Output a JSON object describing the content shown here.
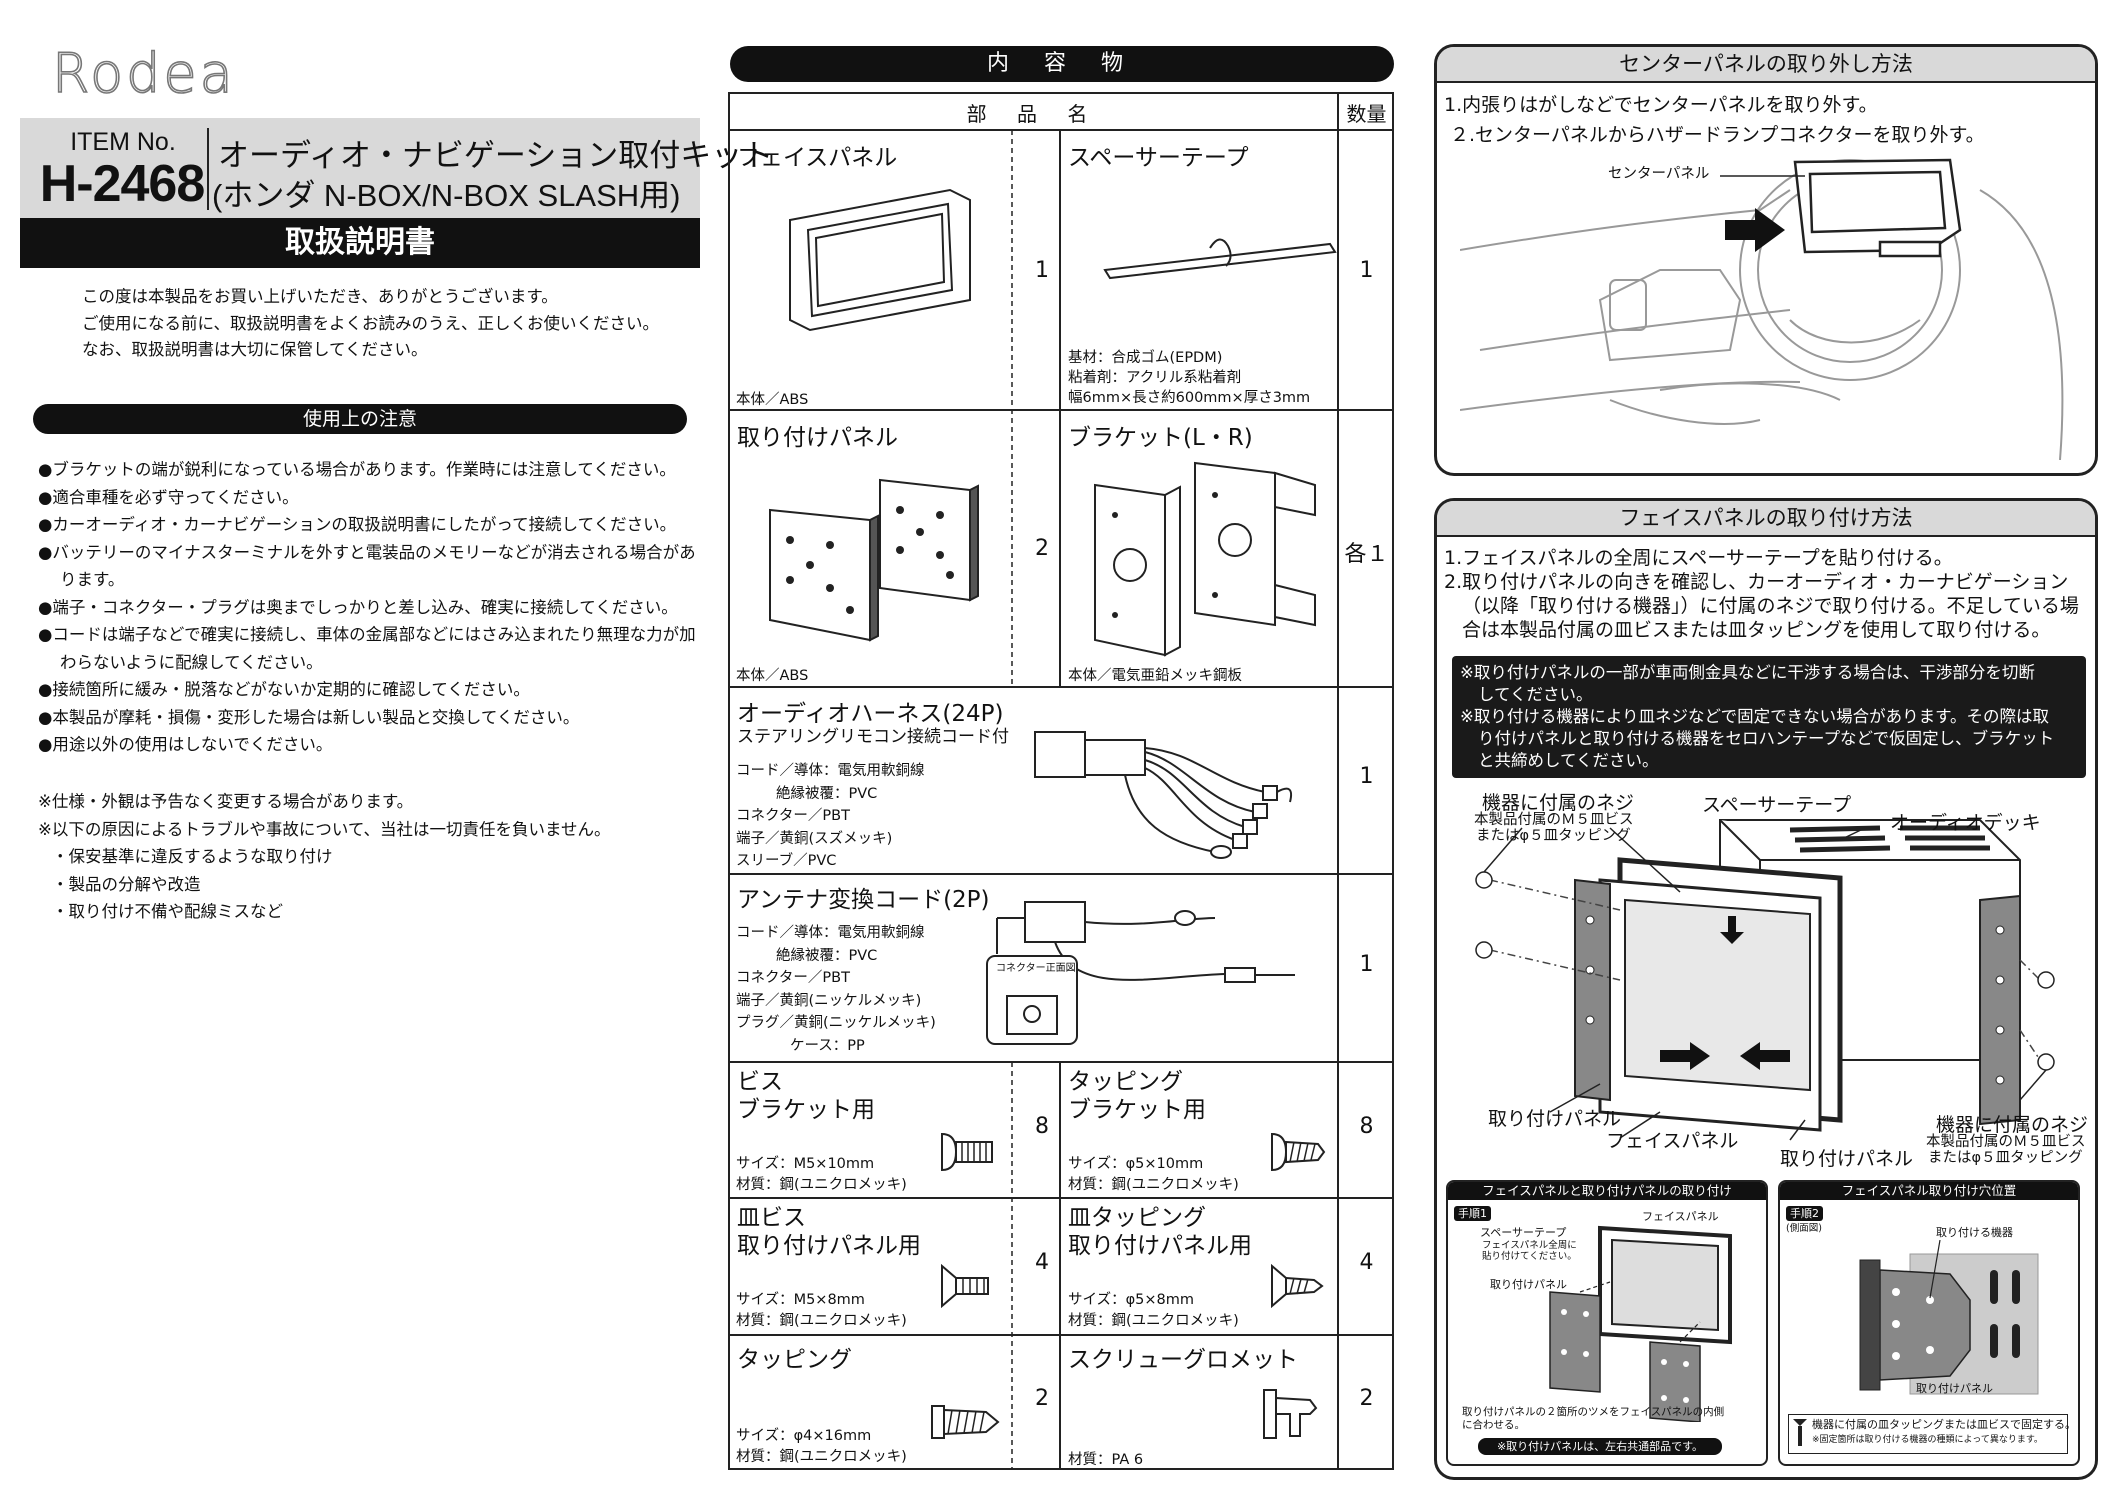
{
  "brand": "Rodea",
  "item": {
    "label": "ITEM No.",
    "code": "H-2468",
    "title_line1": "オーディオ・ナビゲーション取付キット",
    "title_line2": "(ホンダ N-BOX/N-BOX SLASH用)"
  },
  "manual_title": "取扱説明書",
  "intro": [
    "この度は本製品をお買い上げいただき、ありがとうございます。",
    "ご使用になる前に、取扱説明書をよくお読みのうえ、正しくお使いください。",
    "なお、取扱説明書は大切に保管してください。"
  ],
  "cautions": {
    "heading": "使用上の注意",
    "items": [
      "●ブラケットの端が鋭利になっている場合があります。作業時には注意してください。",
      "●適合車種を必ず守ってください。",
      "●カーオーディオ・カーナビゲーションの取扱説明書にしたがって接続してください。",
      "●バッテリーのマイナスターミナルを外すと電装品のメモリーなどが消去される場合があります。",
      "●端子・コネクター・プラグは奥までしっかりと差し込み、確実に接続してください。",
      "●コードは端子などで確実に接続し、車体の金属部などにはさみ込まれたり無理な力が加わらないように配線してください。",
      "●接続箇所に緩み・脱落などがないか定期的に確認してください。",
      "●本製品が摩耗・損傷・変形した場合は新しい製品と交換してください。",
      "●用途以外の使用はしないでください。"
    ]
  },
  "notes": [
    "※仕様・外観は予告なく変更する場合があります。",
    "※以下の原因によるトラブルや事故について、当社は一切責任を負いません。",
    "・保安基準に違反するような取り付け",
    "・製品の分解や改造",
    "・取り付け不備や配線ミスなど"
  ],
  "contents": {
    "heading": "内 容 物",
    "col_name": "部 品 名",
    "col_qty": "数量",
    "rows": {
      "face_panel": {
        "name": "フェイスパネル",
        "qty": "1",
        "spec": "本体／ABS"
      },
      "spacer_tape": {
        "name": "スペーサーテープ",
        "spec1": "基材：合成ゴム(EPDM)",
        "spec2": "粘着剤：アクリル系粘着剤",
        "spec3": "幅6mm×長さ約600mm×厚さ3mm",
        "qty": "1"
      },
      "mount_panel": {
        "name": "取り付けパネル",
        "qty": "2",
        "spec": "本体／ABS"
      },
      "bracket": {
        "name": "ブラケット(L・R)",
        "spec": "本体／電気亜鉛メッキ鋼板",
        "qty": "各１"
      },
      "audio_harness": {
        "name": "オーディオハーネス(24P)",
        "sub": "ステアリングリモコン接続コード付",
        "spec1": "コード／導体：電気用軟銅線",
        "spec2": "絶縁被覆：PVC",
        "spec3": "コネクター／PBT",
        "spec4": "端子／黄銅(スズメッキ)",
        "spec5": "スリーブ／PVC",
        "qty": "1"
      },
      "antenna": {
        "name": "アンテナ変換コード(2P)",
        "spec1": "コード／導体：電気用軟銅線",
        "spec2": "絶縁被覆：PVC",
        "spec3": "コネクター／PBT",
        "spec4": "端子／黄銅(ニッケルメッキ)",
        "spec5": "プラグ／黄銅(ニッケルメッキ)",
        "spec6": "ケース：PP",
        "connector_label": "コネクター正面図",
        "qty": "1"
      },
      "screw_bracket": {
        "name1": "ビス",
        "name2": "ブラケット用",
        "spec1": "サイズ：M5×10mm",
        "spec2": "材質：鋼(ユニクロメッキ)",
        "qty": "8"
      },
      "tapping_bracket": {
        "name1": "タッピング",
        "name2": "ブラケット用",
        "spec1": "サイズ：φ5×10mm",
        "spec2": "材質：鋼(ユニクロメッキ)",
        "qty": "8"
      },
      "flat_screw": {
        "name1": "皿ビス",
        "name2": "取り付けパネル用",
        "spec1": "サイズ：M5×8mm",
        "spec2": "材質：鋼(ユニクロメッキ)",
        "qty": "4"
      },
      "flat_tapping": {
        "name1": "皿タッピング",
        "name2": "取り付けパネル用",
        "spec1": "サイズ：φ5×8mm",
        "spec2": "材質：鋼(ユニクロメッキ)",
        "qty": "4"
      },
      "tapping": {
        "name": "タッピング",
        "spec1": "サイズ：φ4×16mm",
        "spec2": "材質：鋼(ユニクロメッキ)",
        "qty": "2"
      },
      "grommet": {
        "name": "スクリューグロメット",
        "spec": "材質：PA 6",
        "qty": "2"
      }
    }
  },
  "center_panel": {
    "heading": "センターパネルの取り外し方法",
    "step1": "1.内張りはがしなどでセンターパネルを取り外す。",
    "step2": "２.センターパネルからハザードランプコネクターを取り外す。",
    "label": "センターパネル"
  },
  "face_install": {
    "heading": "フェイスパネルの取り付け方法",
    "step1": "1.フェイスパネルの全周にスペーサーテープを貼り付ける。",
    "step2a": "2.取り付けパネルの向きを確認し、カーオーディオ・カーナビゲーション",
    "step2b": "（以降「取り付ける機器」）に付属のネジで取り付ける。不足している場",
    "step2c": "合は本製品付属の皿ビスまたは皿タッピングを使用して取り付ける。",
    "warn1a": "※取り付けパネルの一部が車両側金具などに干渉する場合は、干渉部分を切断",
    "warn1b": "してください。",
    "warn2a": "※取り付ける機器により皿ネジなどで固定できない場合があります。その際は取",
    "warn2b": "り付けパネルと取り付ける機器をセロハンテープなどで仮固定し、ブラケット",
    "warn2c": "と共締めしてください。",
    "labels": {
      "screw_left": "機器に付属のネジ",
      "screw_left_sub1": "本製品付属のＭ５皿ビス",
      "screw_left_sub2": "またはφ５皿タッピング",
      "spacer": "スペーサーテープ",
      "deck": "オーディオデッキ",
      "mount_left": "取り付けパネル",
      "face": "フェイスパネル",
      "mount_right": "取り付けパネル",
      "screw_right": "機器に付属のネジ",
      "screw_right_sub1": "本製品付属のＭ５皿ビス",
      "screw_right_sub2": "またはφ５皿タッピング"
    },
    "sub1": {
      "heading": "フェイスパネルと取り付けパネルの取り付け",
      "step": "手順1",
      "face": "フェイスパネル",
      "spacer": "スペーサーテープ",
      "spacer_sub1": "フェイスパネル全周に",
      "spacer_sub2": "貼り付けてください。",
      "mount": "取り付けパネル",
      "note1": "取り付けパネルの２箇所のツメをフェイスパネルの内側",
      "note2": "に合わせる。",
      "note3": "※取り付けパネルは、左右共通部品です。"
    },
    "sub2": {
      "heading": "フェイスパネル取り付け穴位置",
      "step": "手順2",
      "side": "(側面図)",
      "device": "取り付ける機器",
      "mount": "取り付けパネル",
      "note1": "機器に付属の皿タッピングまたは皿ビスで固定する。",
      "note2": "※固定箇所は取り付ける機器の種類によって異なります。"
    }
  }
}
